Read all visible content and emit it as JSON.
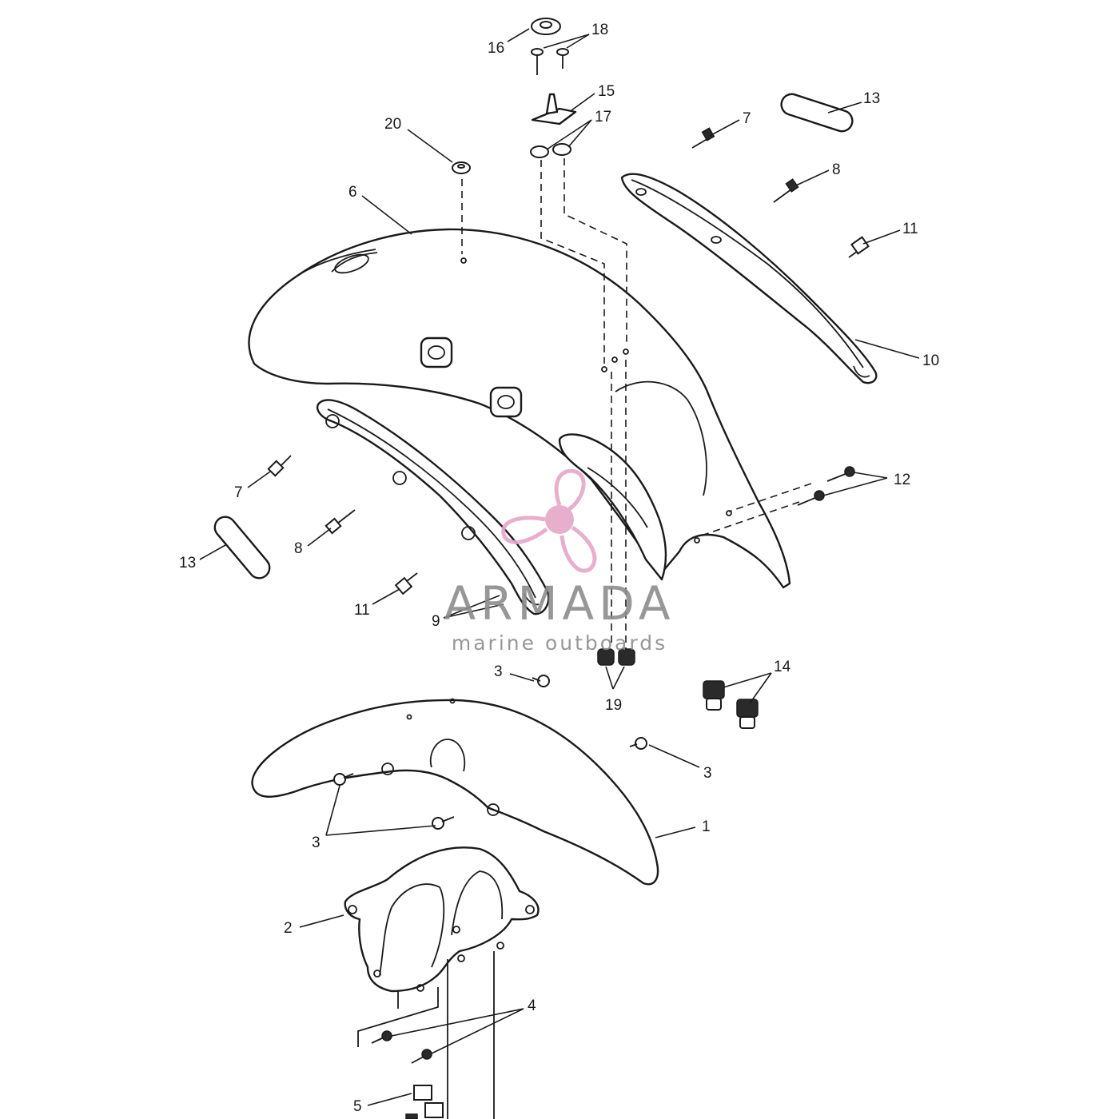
{
  "callouts": [
    {
      "id": "c1",
      "label": "1"
    },
    {
      "id": "c2",
      "label": "2"
    },
    {
      "id": "c3a",
      "label": "3"
    },
    {
      "id": "c3b",
      "label": "3"
    },
    {
      "id": "c3c",
      "label": "3"
    },
    {
      "id": "c4",
      "label": "4"
    },
    {
      "id": "c5",
      "label": "5"
    },
    {
      "id": "c6",
      "label": "6"
    },
    {
      "id": "c7a",
      "label": "7"
    },
    {
      "id": "c7b",
      "label": "7"
    },
    {
      "id": "c8a",
      "label": "8"
    },
    {
      "id": "c8b",
      "label": "8"
    },
    {
      "id": "c9",
      "label": "9"
    },
    {
      "id": "c10",
      "label": "10"
    },
    {
      "id": "c11a",
      "label": "11"
    },
    {
      "id": "c11b",
      "label": "11"
    },
    {
      "id": "c12",
      "label": "12"
    },
    {
      "id": "c13a",
      "label": "13"
    },
    {
      "id": "c13b",
      "label": "13"
    },
    {
      "id": "c14",
      "label": "14"
    },
    {
      "id": "c15",
      "label": "15"
    },
    {
      "id": "c16",
      "label": "16"
    },
    {
      "id": "c17",
      "label": "17"
    },
    {
      "id": "c18",
      "label": "18"
    },
    {
      "id": "c19",
      "label": "19"
    },
    {
      "id": "c20",
      "label": "20"
    }
  ],
  "watermark": {
    "brand": "ARMADA",
    "tagline": "marine outboards",
    "logo_icon": "propeller-icon",
    "color": "#e6a7c8",
    "text_color": "#8c8c8c"
  }
}
